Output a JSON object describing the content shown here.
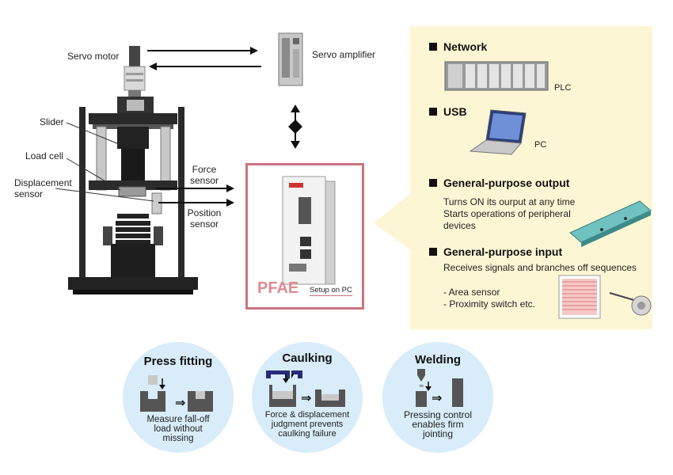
{
  "machine": {
    "servo_motor": "Servo motor",
    "slider": "Slider",
    "load_cell": "Load cell",
    "displacement_sensor": "Displacement\nsensor"
  },
  "signals": {
    "force": "Force\nsensor",
    "position": "Position\nsensor"
  },
  "servo_amplifier": "Servo amplifier",
  "controller": {
    "name": "PFAE",
    "setup": "Setup on PC"
  },
  "interfaces": {
    "network": {
      "title": "Network",
      "device": "PLC"
    },
    "usb": {
      "title": "USB",
      "device": "PC"
    },
    "output": {
      "title": "General-purpose output",
      "lines": [
        "Turns ON its ourput at any time",
        "Starts operations of peripheral",
        "devices"
      ]
    },
    "input": {
      "title": "General-purpose input",
      "description": "Receives signals and branches off sequences",
      "items": [
        "- Area sensor",
        "- Proximity switch etc."
      ]
    }
  },
  "applications": [
    {
      "title": "Press fitting",
      "description": "Measure fall-off\nload without\nmissing"
    },
    {
      "title": "Caulking",
      "description": "Force & displacement\njudgment prevents\ncaulking failure"
    },
    {
      "title": "Welding",
      "description": "Pressing control\nenables firm\njointing"
    }
  ],
  "colors": {
    "panel_bg": "#fcf6d4",
    "pfae_border": "#c9747f",
    "pfae_text": "#e08a93",
    "circle_bg": "#d8ecf9"
  }
}
